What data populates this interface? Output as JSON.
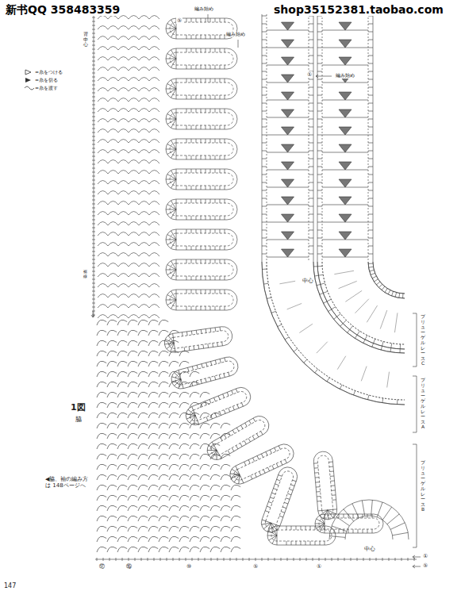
{
  "diagram": {
    "labels": [
      "新书QQ 358483359",
      "shop35152381.taobao.com",
      "背中心",
      "編み始め",
      "編み始め",
      "編み始め",
      "中心",
      "中心",
      "ブリューゲルレースC",
      "ブリューゲルレースA",
      "ブリューゲルレースB",
      "1図",
      "脇",
      "◀脇、袖の編み方は 148ページへ",
      "147",
      "裾線",
      "⑰",
      "⑮",
      "⑩",
      "⑤",
      "①",
      "①",
      "⑤",
      "⑤",
      "①"
    ],
    "legend": [
      {
        "text": "=糸をつける"
      },
      {
        "text": "=糸を切る"
      },
      {
        "text": "=糸を渡す"
      }
    ]
  }
}
